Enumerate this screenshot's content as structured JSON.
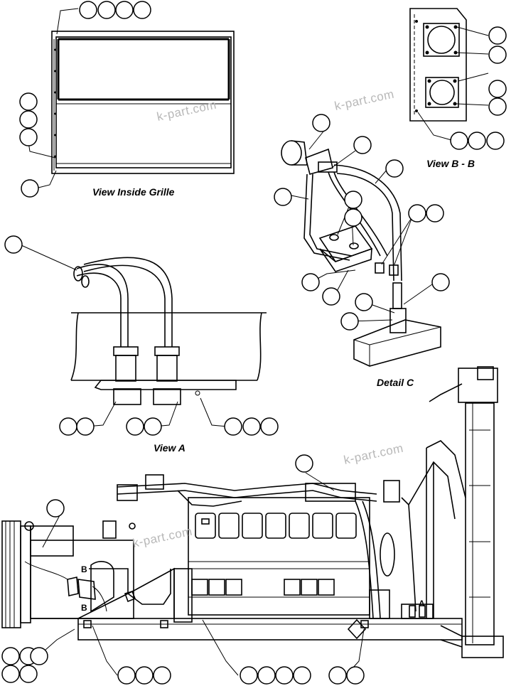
{
  "captions": {
    "view_inside_grille": "View Inside Grille",
    "view_b_b": "View B - B",
    "view_a": "View A",
    "detail_c": "Detail C"
  },
  "markers": {
    "a": "A",
    "b": "B"
  },
  "watermark": "k-part.com",
  "colors": {
    "line": "#000000",
    "background": "#ffffff",
    "watermark": "#b8b8b8"
  }
}
